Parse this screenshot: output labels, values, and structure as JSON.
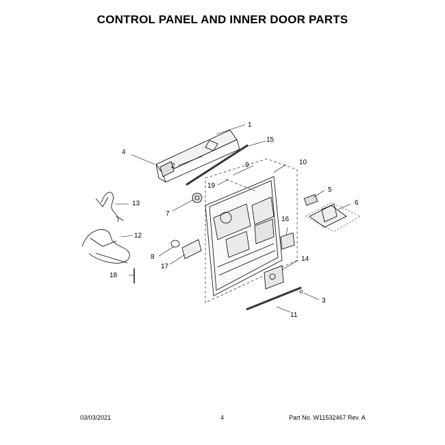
{
  "title": "CONTROL PANEL AND INNER DOOR PARTS",
  "callouts": [
    "1",
    "2",
    "3",
    "4",
    "5",
    "6",
    "7",
    "8",
    "9",
    "10",
    "11",
    "12",
    "13",
    "14",
    "15",
    "16",
    "17",
    "18",
    "19"
  ],
  "footer": {
    "date": "03/03/2021",
    "page": "4",
    "part": "Part No. W11532467  Rev. A"
  }
}
